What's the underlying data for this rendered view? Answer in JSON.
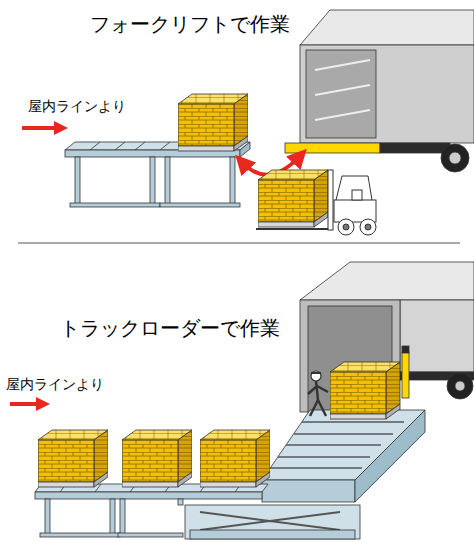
{
  "diagram": {
    "labels": [
      "フォークリフトで作業",
      "屋内ラインより",
      "トラックローダーで作業",
      "屋内ラインより"
    ]
  }
}
